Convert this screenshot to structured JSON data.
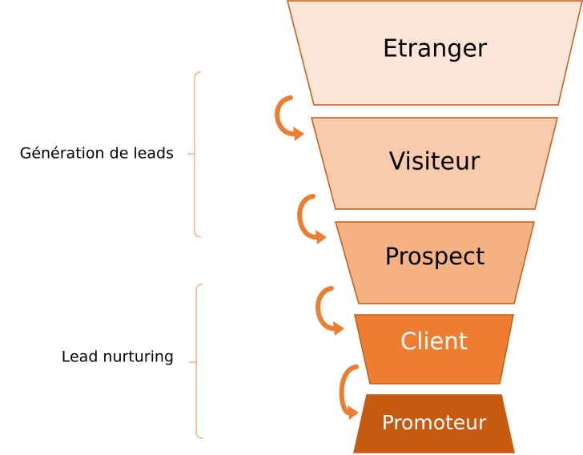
{
  "stages": [
    {
      "label": "Etranger",
      "fill": "#fbe5d6",
      "text_color": "#000000"
    },
    {
      "label": "Visiteur",
      "fill": "#f8cbad",
      "text_color": "#000000"
    },
    {
      "label": "Prospect",
      "fill": "#f4b183",
      "text_color": "#000000"
    },
    {
      "label": "Client",
      "fill": "#ed7d31",
      "text_color": "#ffffff"
    },
    {
      "label": "Promoteur",
      "fill": "#c55a11",
      "text_color": "#ffffff"
    }
  ],
  "groups": [
    {
      "label": "Génération de leads"
    },
    {
      "label": "Lead nurturing"
    }
  ],
  "colors": {
    "outline": "#c55a11",
    "bracket": "#f4b183",
    "arrow": "#ed7d31"
  }
}
